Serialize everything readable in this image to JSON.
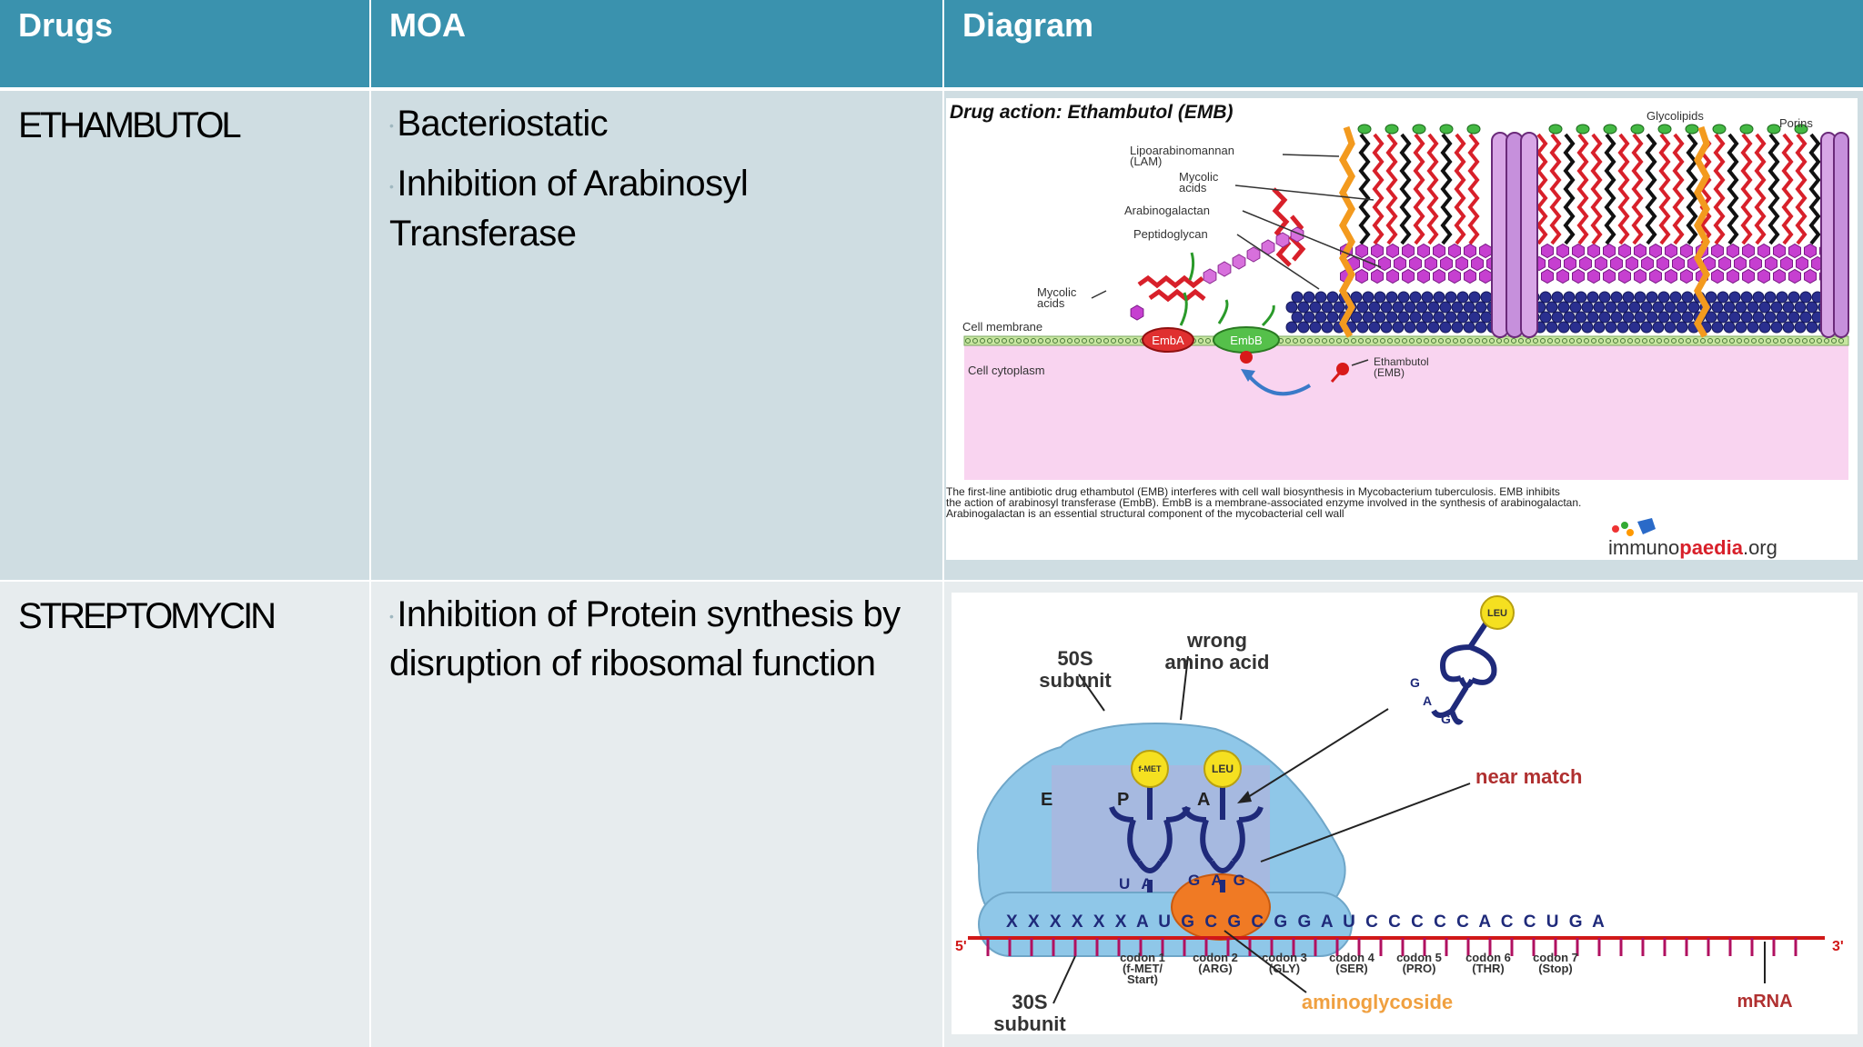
{
  "headers": {
    "drugs": "Drugs",
    "moa": "MOA",
    "diagram": "Diagram"
  },
  "rows": [
    {
      "drug": "ETHAMBUTOL",
      "moa": [
        "Bacteriostatic",
        "Inhibition of Arabinosyl Transferase"
      ]
    },
    {
      "drug": "STREPTOMYCIN",
      "moa": [
        "Inhibition of Protein  synthesis by disruption of  ribosomal function"
      ]
    }
  ],
  "bullet_symbol": "•",
  "diagram1": {
    "title": "Drug action: Ethambutol (EMB)",
    "labels": {
      "glycolipids": "Glycolipids",
      "porins": "Porins",
      "lam1": "Lipoarabinomannan",
      "lam2": "(LAM)",
      "mycolic1": "Mycolic",
      "mycolic2": "acids",
      "arabinogalactan": "Arabinogalactan",
      "peptidoglycan": "Peptidoglycan",
      "mycolic_left1": "Mycolic",
      "mycolic_left2": "acids",
      "cell_membrane": "Cell membrane",
      "cell_cytoplasm": "Cell cytoplasm",
      "emba": "EmbA",
      "embb": "EmbB",
      "emb1": "Ethambutol",
      "emb2": "(EMB)"
    },
    "caption": [
      "The first-line antibiotic drug ethambutol (EMB) interferes with cell wall biosynthesis in Mycobacterium tuberculosis. EMB inhibits",
      "the action of arabinosyl transferase (EmbB). EmbB is a membrane-associated enzyme involved in the synthesis of arabinogalactan.",
      "Arabinogalactan is an essential structural component of the mycobacterial cell wall"
    ],
    "logo_part1": "immuno",
    "logo_part2": "paedia",
    "logo_part3": ".org"
  },
  "diagram2": {
    "labels": {
      "subunit50_1": "50S",
      "subunit50_2": "subunit",
      "wrong1": "wrong",
      "wrong2": "amino acid",
      "leu_top": "LEU",
      "anticodon_g": "G",
      "anticodon_a": "A",
      "anticodon_g2": "G",
      "fmet": "f-MET",
      "leu": "LEU",
      "site_e": "E",
      "site_p": "P",
      "site_a": "A",
      "near_match": "near match",
      "ua": "U A",
      "gag": "G A G",
      "mrna_seq": "X X X X X X  A U G  C G C  G G A U C C C C C A C C U G A",
      "five": "5'",
      "three": "3'",
      "codons": [
        [
          "codon 1",
          "(f-MET/",
          "Start)"
        ],
        [
          "codon 2",
          "(ARG)"
        ],
        [
          "codon 3",
          "(GLY)"
        ],
        [
          "codon 4",
          "(SER)"
        ],
        [
          "codon 5",
          "(PRO)"
        ],
        [
          "codon 6",
          "(THR)"
        ],
        [
          "codon 7",
          "(Stop)"
        ]
      ],
      "subunit30_1": "30S",
      "subunit30_2": "subunit",
      "aminoglycoside": "aminoglycoside",
      "mrna": "mRNA"
    }
  },
  "colors": {
    "header": "#3a92ae",
    "row1": "#cfdde2",
    "row2": "#e7ecee",
    "mycolic_red": "#d8202a",
    "lipid_orange": "#f39a1e",
    "purple": "#c63fd0",
    "navy": "#2a2f8f",
    "cytoplasm_pink": "#f9d4f0",
    "ribosome_blue": "#8fc7e8",
    "trna_navy": "#1f2a7a",
    "orange_site": "#f07a24"
  }
}
